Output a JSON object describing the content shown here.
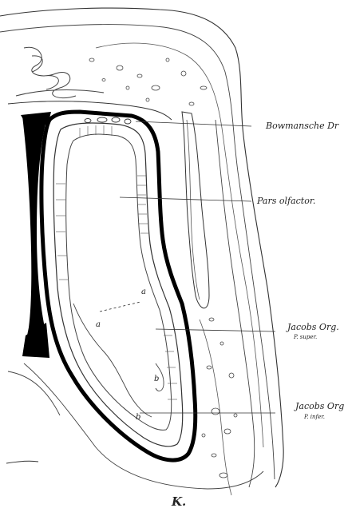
{
  "figure": {
    "caption": "K.",
    "labels": {
      "bowman": "Bowmansche Dr",
      "pars_olfactor": "Pars olfactor.",
      "jacobs_super_title": "Jacobs Org.",
      "jacobs_super_sub": "P. super.",
      "jacobs_infer_title": "Jacobs Org",
      "jacobs_infer_sub": "P. infer.",
      "letter_a1": "a",
      "letter_a2": "a",
      "letter_b1": "b",
      "letter_b2": "b"
    }
  }
}
